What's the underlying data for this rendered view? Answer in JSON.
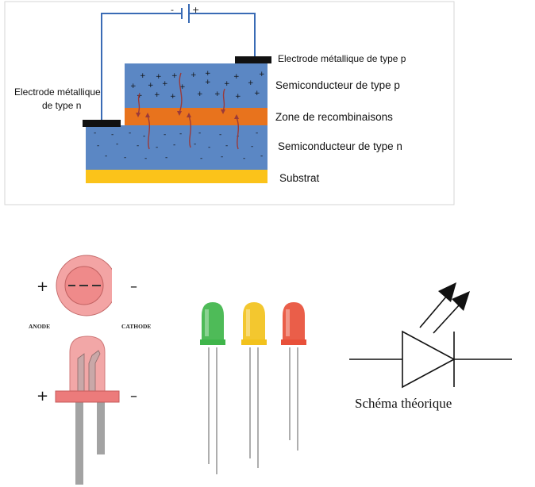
{
  "battery": {
    "minus": "-",
    "plus": "+"
  },
  "layers": {
    "electrode_p": "Electrode métallique de type p",
    "semi_p": "Semiconducteur de type p",
    "recomb": "Zone de recombinaisons",
    "semi_n": "Semiconducteur de type n",
    "substrat": "Substrat",
    "electrode_n_line1": "Electrode métallique",
    "electrode_n_line2": "de type n"
  },
  "colors": {
    "semiconductor": "#5b87c4",
    "recombination": "#e8731d",
    "substrate": "#fbc31a",
    "electrode": "#111111",
    "wire": "#3a6bb5",
    "arrow": "#9a3a3a",
    "led_pink": "#ef7d7d",
    "led_green": "#3fb54a",
    "led_yellow": "#f2c21d",
    "led_red": "#e8503a"
  },
  "led_diagram": {
    "anode": "ANODE",
    "cathode": "CATHODE",
    "plus": "+",
    "minus": "–",
    "plus2": "+",
    "minus2": "–"
  },
  "symbol": {
    "caption": "Schéma théorique"
  }
}
